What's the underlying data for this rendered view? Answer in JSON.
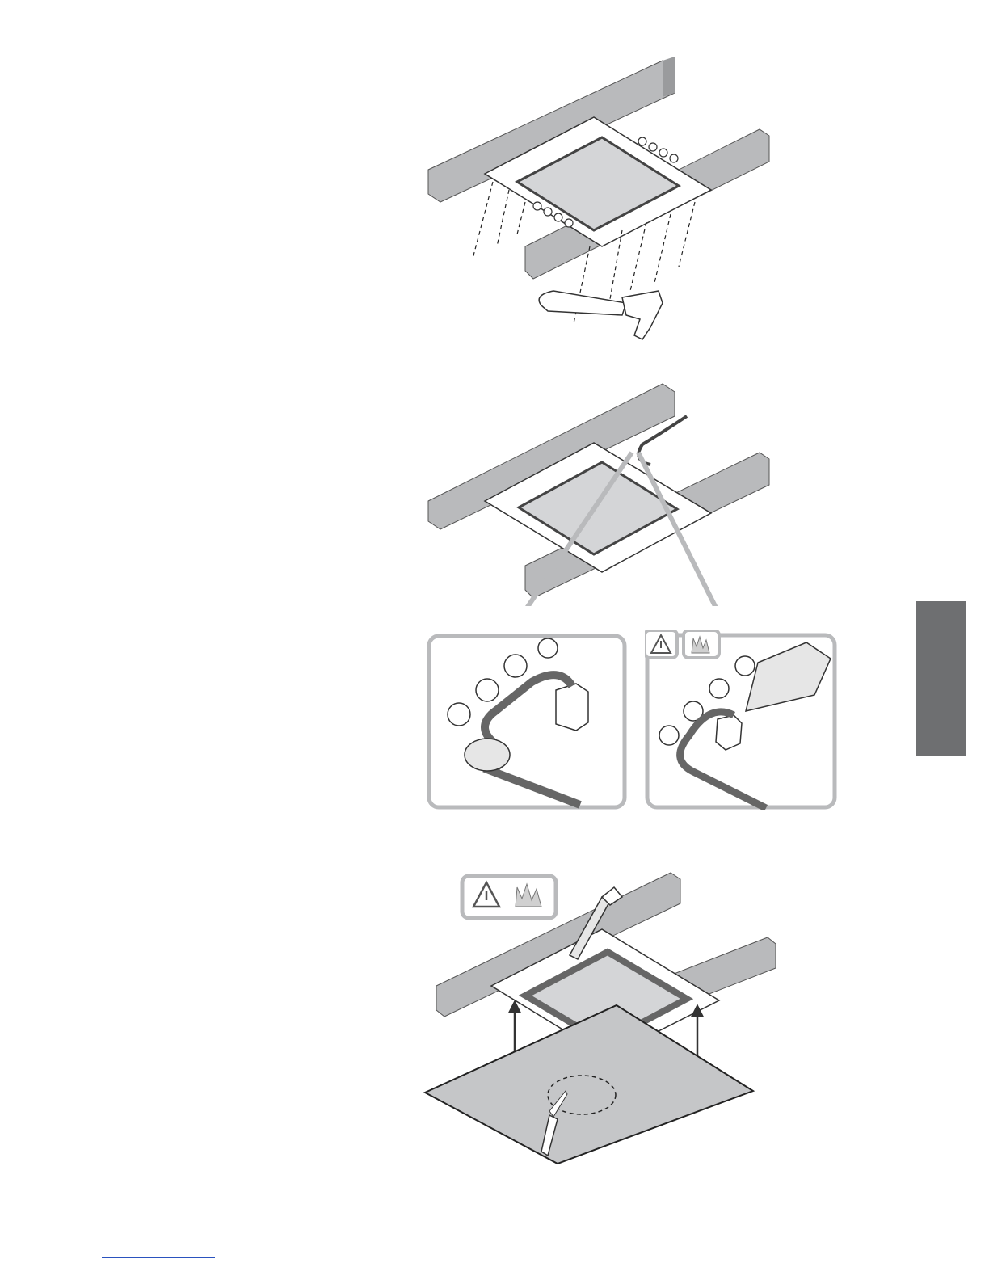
{
  "page": {
    "background": "#ffffff",
    "side_tab_color": "#6e6f71",
    "footer_link_color": "#2a52be"
  },
  "figures": [
    {
      "name": "step-nail-mounting-frame",
      "icon": "hammer-icon"
    },
    {
      "name": "step-route-cable-and-gland",
      "icon": "cable-icon"
    },
    {
      "name": "step-seal-and-install-panel",
      "icon": "caulk-gun-icon"
    }
  ],
  "icons": {
    "warning": "warning-triangle-icon",
    "fire": "fire-barrier-icon"
  }
}
